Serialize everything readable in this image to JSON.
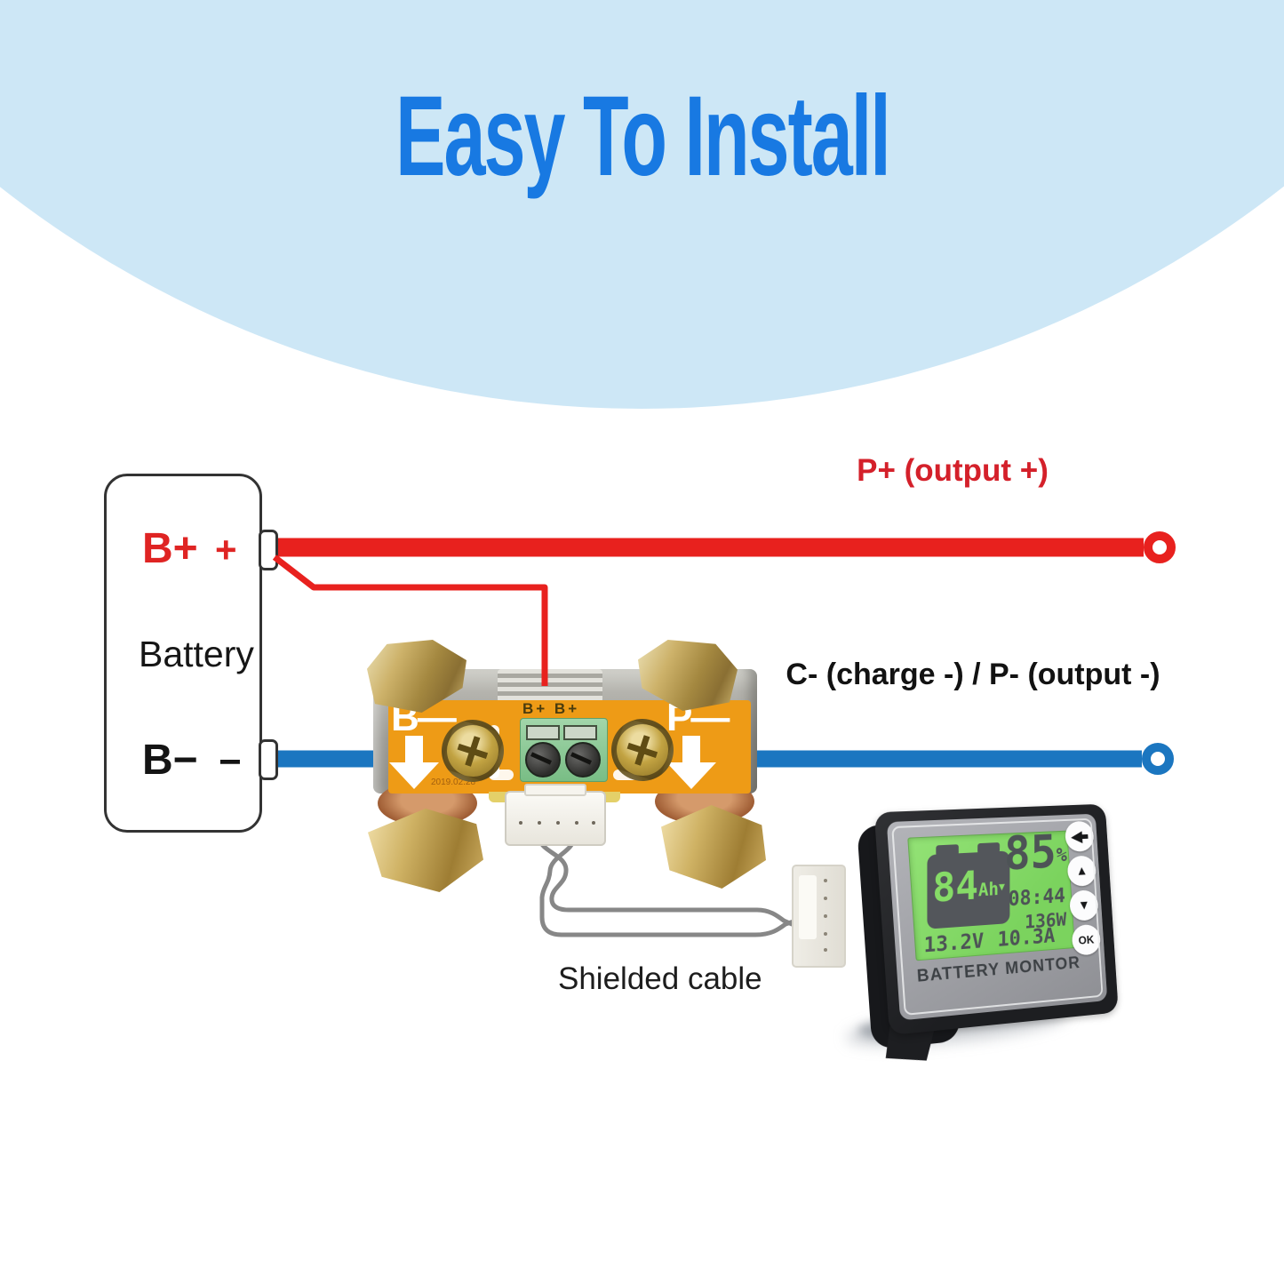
{
  "title": "Easy To Install",
  "battery": {
    "pos": "B+",
    "pos_sign": "+",
    "name": "Battery",
    "neg": "B−",
    "neg_sign": "−"
  },
  "wire_labels": {
    "positive": "P+ (output +)",
    "negative": "C- (charge -) / P- (output -)"
  },
  "shunt": {
    "left": "B—",
    "right": "P—",
    "sense": "B+ B+",
    "pcb_date": "2019.02.28"
  },
  "cable_label": "Shielded cable",
  "monitor": {
    "brand": "BATTERY MONTOR",
    "screen": {
      "capacity": "84",
      "capacity_unit": "Ah",
      "down_indicator": "▼",
      "soc": "85",
      "soc_unit": "%",
      "time": "08:44",
      "power": "136W",
      "voltage": "13.2V",
      "current": "10.3A"
    },
    "buttons": [
      {
        "name": "back",
        "glyph": "◀"
      },
      {
        "name": "up",
        "glyph": "▲"
      },
      {
        "name": "down",
        "glyph": "▼"
      },
      {
        "name": "ok",
        "glyph": "OK"
      }
    ]
  },
  "colors": {
    "banner": "#cde7f6",
    "title": "#1879e2",
    "wire_positive": "#e8211e",
    "wire_negative": "#1b76c0",
    "label_positive": "#d4202a",
    "lcd_green": "#7bd35e",
    "pcb_orange": "#ee9b16"
  }
}
